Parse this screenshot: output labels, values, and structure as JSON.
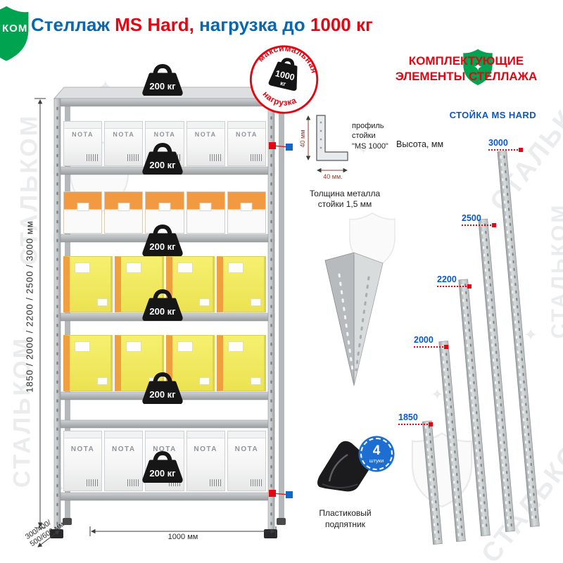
{
  "brand": {
    "watermark": "СТАЛЬКОМ",
    "watermark_partial": "КОМ",
    "sparkle": "✦"
  },
  "colors": {
    "blue": "#0767b2",
    "red": "#e30613",
    "green": "#00a34f",
    "marker_blue": "#1467c6"
  },
  "title": {
    "part1": "Стеллаж ",
    "part2": "MS Hard,",
    "part3": " нагрузка до ",
    "part4": "1000 кг"
  },
  "rack": {
    "weight_label": "200 кг",
    "box_brand": "NOTA",
    "max_load_badge": {
      "top": "максимальная",
      "bottom": "нагрузка",
      "value": "1000",
      "unit": "кг"
    },
    "dimensions": {
      "height": "1850 / 2000 / 2200 / 2500 / 3000 мм",
      "depth_line1": "300/400/",
      "depth_line2": "500/600 мм",
      "width": "1000 мм"
    }
  },
  "components": {
    "heading_line1": "КОМПЛЕКТУЮЩИЕ",
    "heading_line2": "ЭЛЕМЕНТЫ СТЕЛЛАЖА",
    "profile": {
      "label": "профиль\nстойки\n\"MS 1000\"",
      "dim_vertical": "40 мм",
      "dim_horizontal": "40 мм.",
      "thickness": "Толщина металла\nстойки 1,5 мм"
    },
    "upright": {
      "title": "СТОЙКА MS HARD",
      "height_label": "Высота, мм",
      "heights": [
        "3000",
        "2500",
        "2200",
        "2000",
        "1850"
      ]
    },
    "foot": {
      "label": "Пластиковый\nподпятник",
      "badge_number": "4",
      "badge_text": "штуки"
    }
  }
}
